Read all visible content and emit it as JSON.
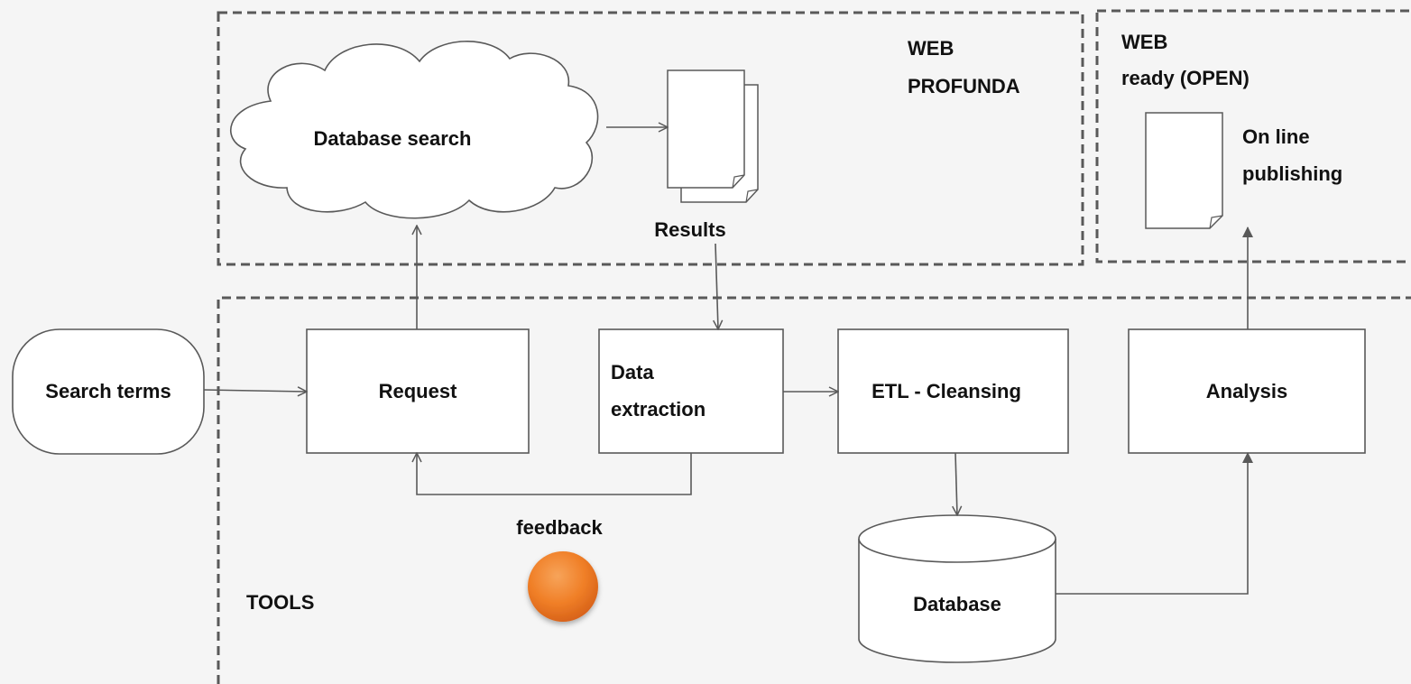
{
  "zones": {
    "web_profunda": {
      "line1": "WEB",
      "line2": "PROFUNDA"
    },
    "web_ready": {
      "line1": "WEB",
      "line2": "ready (OPEN)"
    },
    "tools": {
      "label": "TOOLS"
    }
  },
  "nodes": {
    "database_search": "Database search",
    "results": "Results",
    "online_publishing": {
      "line1": "On line",
      "line2": "publishing"
    },
    "search_terms": "Search terms",
    "request": "Request",
    "data_extraction": {
      "line1": "Data",
      "line2": "extraction"
    },
    "etl_cleansing": "ETL - Cleansing",
    "analysis": "Analysis",
    "database": "Database",
    "feedback": "feedback"
  },
  "colors": {
    "background": "#f5f5f5",
    "box_fill": "#ffffff",
    "stroke": "#595959",
    "dashed_border": "#595959",
    "indicator": "#f07f27"
  }
}
